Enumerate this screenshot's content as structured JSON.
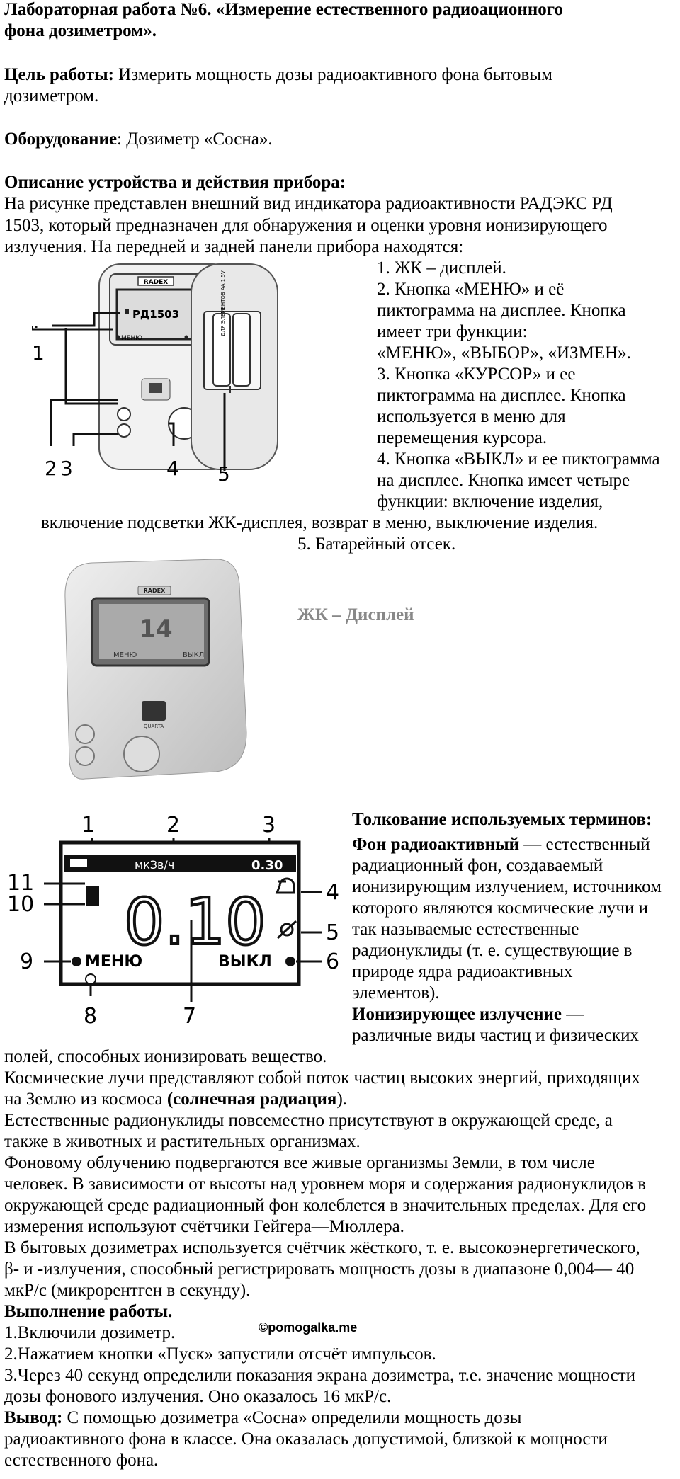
{
  "title_line1": "Лабораторная работа №6.  «Измерение естественного радиоационного",
  "title_line2": "фона дозиметром».",
  "goal_label": "Цель работы:",
  "goal_text1": " Измерить мощность дозы радиоактивного фона бытовым",
  "goal_text2": "дозиметром.",
  "equip_label": "Оборудование",
  "equip_text": ": Дозиметр «Сосна».",
  "desc_heading": "Описание устройства и действия прибора:",
  "desc_lines": [
    "На рисунке представлен внешний вид индикатора радиоактивности РАДЭКС РД",
    "1503, который предназначен для обнаружения и оценки уровня ионизирующего",
    "излучения. На передней и задней панели прибора находятся:"
  ],
  "list_lines": [
    "1. ЖК – дисплей.",
    "2. Кнопка «МЕНЮ» и её",
    "пиктограмма на дисплее. Кнопка",
    "имеет три функции:",
    "«МЕНЮ», «ВЫБОР», «ИЗМЕН».",
    "3. Кнопка «КУРСОР» и ее",
    "пиктограмма на дисплее. Кнопка",
    "используется в меню для",
    "перемещения курсора.",
    "4. Кнопка «ВЫКЛ» и ее пиктограмма",
    "на дисплее. Кнопка имеет четыре",
    "функции: включение изделия,"
  ],
  "list_cont": "включение подсветки ЖК-дисплея, возврат в меню, выключение изделия.",
  "list_item5": "5. Батарейный отсек.",
  "lcd_caption": "ЖК – Дисплей",
  "device": {
    "brand": "RADEX",
    "model": "РД1503",
    "menu_label": "МЕНЮ",
    "off_label": "ВЫКЛ",
    "maker": "QUARTA",
    "reading": "0.10",
    "unit": "мкЗв/ч",
    "reading_small": "0.30",
    "battery_text": "ДЛЯ ЭЛЕМЕНТОВ АА 1.5V",
    "photo_digits": "14"
  },
  "callouts": [
    "1",
    "2",
    "3",
    "4",
    "5"
  ],
  "lcd_callouts": [
    "1",
    "2",
    "3",
    "4",
    "5",
    "6",
    "7",
    "8",
    "9",
    "10",
    "11"
  ],
  "terms_heading": "Толкование используемых   терминов:",
  "term1_label": "Фон радиоактивный",
  "term1_lines": [
    " — естественный",
    "радиационный фон, создаваемый",
    "ионизирующим излучением, источником",
    "которого являются космические лучи и",
    "так называемые естественные",
    "радионуклиды (т. е. существующие в",
    "природе ядра радиоактивных",
    "элементов)."
  ],
  "term2_label": "Ионизирующее излучение",
  "term2_rest": " —",
  "term2_line2": "различные виды частиц и физических",
  "body_lines": [
    "полей, способных ионизировать вещество.",
    "Космические лучи представляют собой поток частиц высоких энергий, приходящих",
    "на Землю из космоса "
  ],
  "solar": "(солнечная радиация",
  "solar_end": ").",
  "body_lines2": [
    "Естественные радионуклиды повсеместно присутствуют в окружающей среде, а",
    "также в животных и растительных организмах.",
    "Фоновому облучению подвергаются все живые организмы Земли, в том числе",
    "человек. В зависимости от высоты над уровнем моря и содержания радионуклидов в",
    "окружающей среде радиационный фон колеблется в значительных пределах. Для его",
    "измерения используют счётчики Гейгера—Мюллера.",
    "В бытовых дозиметрах используется счётчик жёсткого, т. е. высокоэнергетического,",
    "β- и -излучения, способный регистрировать мощность дозы в диапазоне 0,004— 40",
    "мкР/с (микрорентген в секунду)."
  ],
  "work_heading": "Выполнение работы.",
  "watermark": "©pomogalka.me",
  "steps": [
    "1.Включили дозиметр.",
    "2.Нажатием кнопки «Пуск» запустили отсчёт импульсов.",
    "3.Через 40 секунд определили показания экрана дозиметра, т.е. значение мощности",
    "дозы фонового излучения. Оно оказалось 16  мкР/с."
  ],
  "conclusion_label": "Вывод:",
  "conclusion_lines": [
    " С помощью дозиметра «Сосна»  определили мощность дозы",
    "радиоактивного фона в классе. Она оказалась допустимой, близкой к мощности",
    "естественного фона."
  ]
}
